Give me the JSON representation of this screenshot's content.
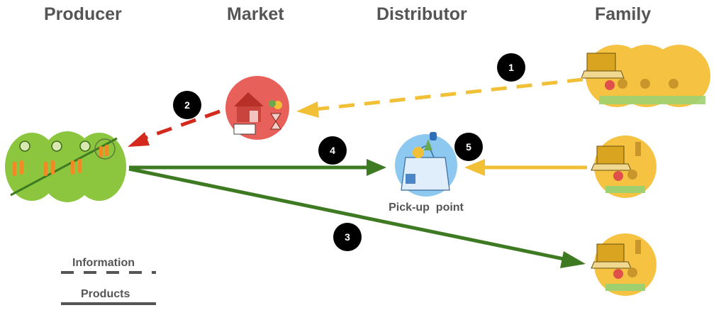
{
  "columns": [
    {
      "id": "producer",
      "label": "Producer"
    },
    {
      "id": "market",
      "label": "Market"
    },
    {
      "id": "distributor",
      "label": "Distributor"
    },
    {
      "id": "family",
      "label": "Family"
    }
  ],
  "nodes": {
    "producer": {
      "illustration": "farmers-harvesting-carrots",
      "color": "#8cc63f"
    },
    "market": {
      "illustration": "barn-truck-hourglass",
      "color": "#e8605a"
    },
    "pickup_point": {
      "illustration": "shopping-bag-with-vegetables",
      "color": "#8cc8f0",
      "label": "Pick-up  point"
    },
    "family_group": {
      "illustration": "families-ordering-on-laptop",
      "color": "#f5c242"
    },
    "family_single_1": {
      "illustration": "family-ordering-on-laptop",
      "color": "#f5c242"
    },
    "family_single_2": {
      "illustration": "family-ordering-on-laptop",
      "color": "#f5c242"
    }
  },
  "flows": [
    {
      "number": "1",
      "from": "family_group",
      "to": "market",
      "type": "information",
      "color": "#f2c037"
    },
    {
      "number": "2",
      "from": "market",
      "to": "producer",
      "type": "information",
      "color": "#d42a1e"
    },
    {
      "number": "3",
      "from": "producer",
      "to": "family_single_2",
      "type": "products",
      "color": "#3d7a22"
    },
    {
      "number": "4",
      "from": "producer",
      "to": "pickup_point",
      "type": "products",
      "color": "#3d7a22"
    },
    {
      "number": "5",
      "from": "family_single_1",
      "to": "pickup_point",
      "type": "products",
      "color": "#f2c037"
    }
  ],
  "legend": {
    "information": "Information",
    "products": "Products",
    "color": "#555555"
  }
}
